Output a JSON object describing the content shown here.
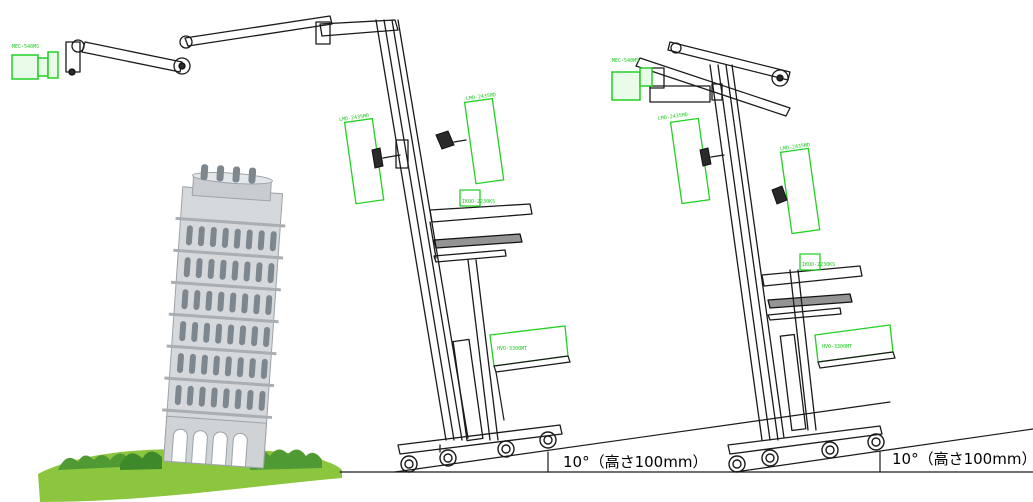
{
  "annotations": {
    "left": "10°（高さ100mm）",
    "right": "10°（高さ100mm）"
  },
  "equipment_tags": {
    "left": {
      "camera": "MEC-540MS",
      "monitor_upper": "LMD-2435MD",
      "monitor_lower": "LMD-2435MD",
      "keyboard_box": "IKOO-2230KS",
      "recorder": "HVO-3300MT"
    },
    "right": {
      "camera": "MEC-540MS",
      "monitor_upper": "LMD-2435MD",
      "monitor_lower": "LMD-2435MD",
      "keyboard_box": "IKOO-2230KS",
      "recorder": "HVO-3300MT"
    }
  },
  "colors": {
    "equipment_outline": "#22d022",
    "line_art": "#1a1a1a",
    "grass": "#8cc63f",
    "tower": "#d6d9dc"
  }
}
